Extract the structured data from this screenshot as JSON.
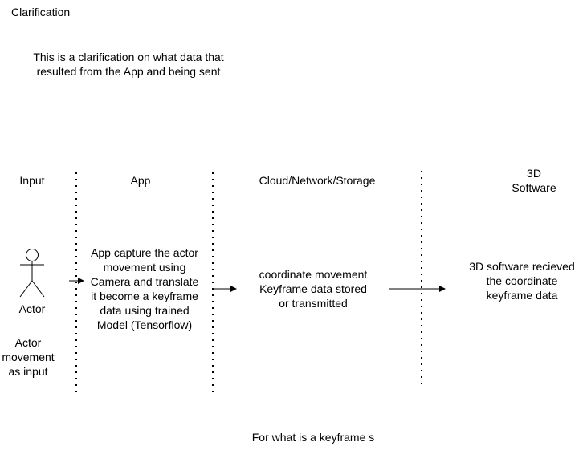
{
  "heading": "Clarification",
  "description": {
    "line1": "This is a clarification on what data that",
    "line2": "resulted from the App and being sent"
  },
  "lanes": {
    "input": "Input",
    "app": "App",
    "cloud": "Cloud/Network/Storage",
    "software": {
      "line1": "3D",
      "line2": "Software"
    }
  },
  "actor": {
    "label": "Actor",
    "note": {
      "line1": "Actor",
      "line2": "movement",
      "line3": "as input"
    }
  },
  "app_box": {
    "line1": "App capture the actor",
    "line2": "movement using",
    "line3": "Camera and translate",
    "line4": "it become a keyframe",
    "line5": "data using trained",
    "line6": "Model (Tensorflow)"
  },
  "cloud_box": {
    "line1": "coordinate movement",
    "line2": "Keyframe data stored",
    "line3": "or transmitted"
  },
  "software_box": {
    "line1": "3D software recieved",
    "line2": "the coordinate",
    "line3": "keyframe data"
  },
  "footer": "For what is a keyframe s",
  "colors": {
    "stroke": "#000000",
    "background": "#ffffff"
  }
}
